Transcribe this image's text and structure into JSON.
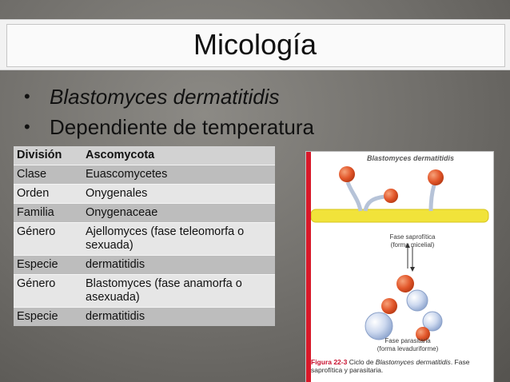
{
  "slide": {
    "title": "Micología",
    "bullets": [
      {
        "text": "Blastomyces dermatitidis",
        "italic": true
      },
      {
        "text": "Dependiente de temperatura",
        "italic": false
      }
    ],
    "bullet_glyph": "•"
  },
  "table": {
    "header": {
      "label": "División",
      "value": "Ascomycota"
    },
    "rows": [
      {
        "label": "Clase",
        "value": "Euascomycetes"
      },
      {
        "label": "Orden",
        "value": "Onygenales"
      },
      {
        "label": "Familia",
        "value": "Onygenaceae"
      },
      {
        "label": "Género",
        "value": "Ajellomyces (fase teleomorfa o sexuada)"
      },
      {
        "label": "Especie",
        "value": "dermatitidis"
      },
      {
        "label": "Género",
        "value": "Blastomyces (fase anamorfa o asexuada)"
      },
      {
        "label": "Especie",
        "value": "dermatitidis"
      }
    ]
  },
  "figure": {
    "heading": "Blastomyces dermatitidis",
    "label_saprophytic_1": "Fase saprofítica",
    "label_saprophytic_2": "(forma micelial)",
    "label_parasitic_1": "Fase parasitaria",
    "label_parasitic_2": "(forma levaduriforme)",
    "caption_number": "Figura 22-3",
    "caption_pre": " Ciclo de ",
    "caption_species": "Blastomyces dermatitidis",
    "caption_post": ". Fase saprofítica y parasitaria.",
    "colors": {
      "hypha": "#f1e33a",
      "conidia": "#e2572b",
      "yeast": "#b7c8e6",
      "frame": "#d8192a"
    }
  }
}
